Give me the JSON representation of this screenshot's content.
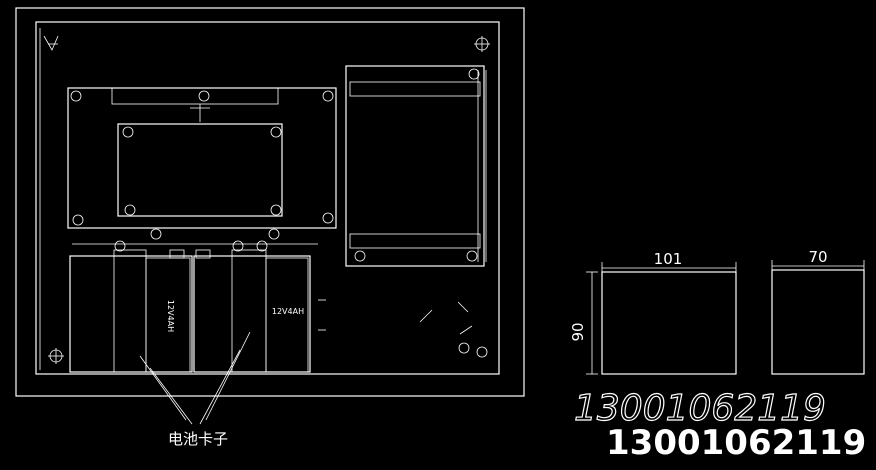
{
  "colors": {
    "background": "#000000",
    "lines": "#ffffff"
  },
  "labels": {
    "battery_left": "12V4AH",
    "battery_right": "12V4AH",
    "battery_clip": "电池卡子",
    "dim_width_1": "101",
    "dim_height_1": "90",
    "dim_width_2": "70",
    "phone_outline": "13001062119",
    "phone_solid": "13001062119"
  }
}
